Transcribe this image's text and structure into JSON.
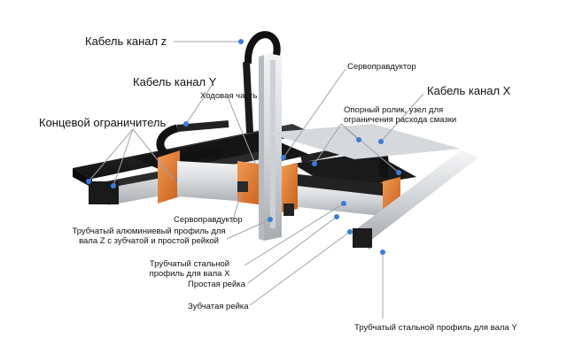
{
  "labels": {
    "cable_z": "Кабель канал z",
    "cable_y": "Кабель канал Y",
    "moving_part": "Ходовая часть",
    "limit_switch": "Концевой ограничитель",
    "servo_top": "Сервоправдуктор",
    "cable_x": "Кабель канал X",
    "support_roller": "Опорный ролик, узел для ограничения расхода смазки",
    "servo_bottom": "Сервоправдуктор",
    "alu_profile_z": "Трубчатый алюминиевый профиль для вала Z с зубчатой и простой рейкой",
    "steel_profile_x": "Трубчатый стальной профиль для вала X",
    "plain_rack": "Простая рейка",
    "gear_rack": "Зубчатая рейка",
    "steel_profile_y": "Трубчатый стальной профиль для вала Y"
  },
  "colors": {
    "orange": "#e2782e",
    "rail_dark": "#1e1e1e",
    "steel": "#d9dcdf",
    "callout": "#9ea3ad",
    "dot": "#3b7cd6"
  }
}
